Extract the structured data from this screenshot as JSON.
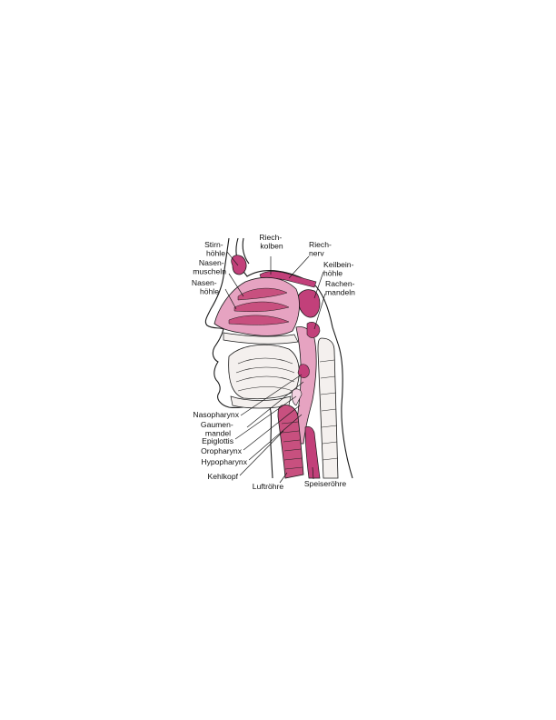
{
  "diagram": {
    "colors": {
      "mucosa": "#e6a3c1",
      "mucosa_light": "#f3d2e2",
      "mucosa_dark": "#c8507f",
      "sinus": "#c2407a",
      "bone": "#f4f0ee",
      "line": "#1a1a1a"
    },
    "labels": {
      "stirnhoehle": [
        "Stirn-",
        "höhle"
      ],
      "nasenmuscheln": [
        "Nasen-",
        "muscheln"
      ],
      "nasenhoehle": [
        "Nasen-",
        "höhle"
      ],
      "riechkolben": [
        "Riech-",
        "kolben"
      ],
      "riechnerv": [
        "Riech-",
        "nerv"
      ],
      "keilbeinhoehle": [
        "Keilbein-",
        "höhle"
      ],
      "rachenmandeln": [
        "Rachen-",
        "mandeln"
      ],
      "nasopharynx": [
        "Nasopharynx"
      ],
      "gaumenmandel": [
        "Gaumen-",
        "mandel"
      ],
      "epiglottis": [
        "Epiglottis"
      ],
      "oropharynx": [
        "Oropharynx"
      ],
      "hypopharynx": [
        "Hypopharynx"
      ],
      "kehlkopf": [
        "Kehlkopf"
      ],
      "luftroehre": [
        "Luftröhre"
      ],
      "speiseroehre": [
        "Speiseröhre"
      ]
    }
  }
}
